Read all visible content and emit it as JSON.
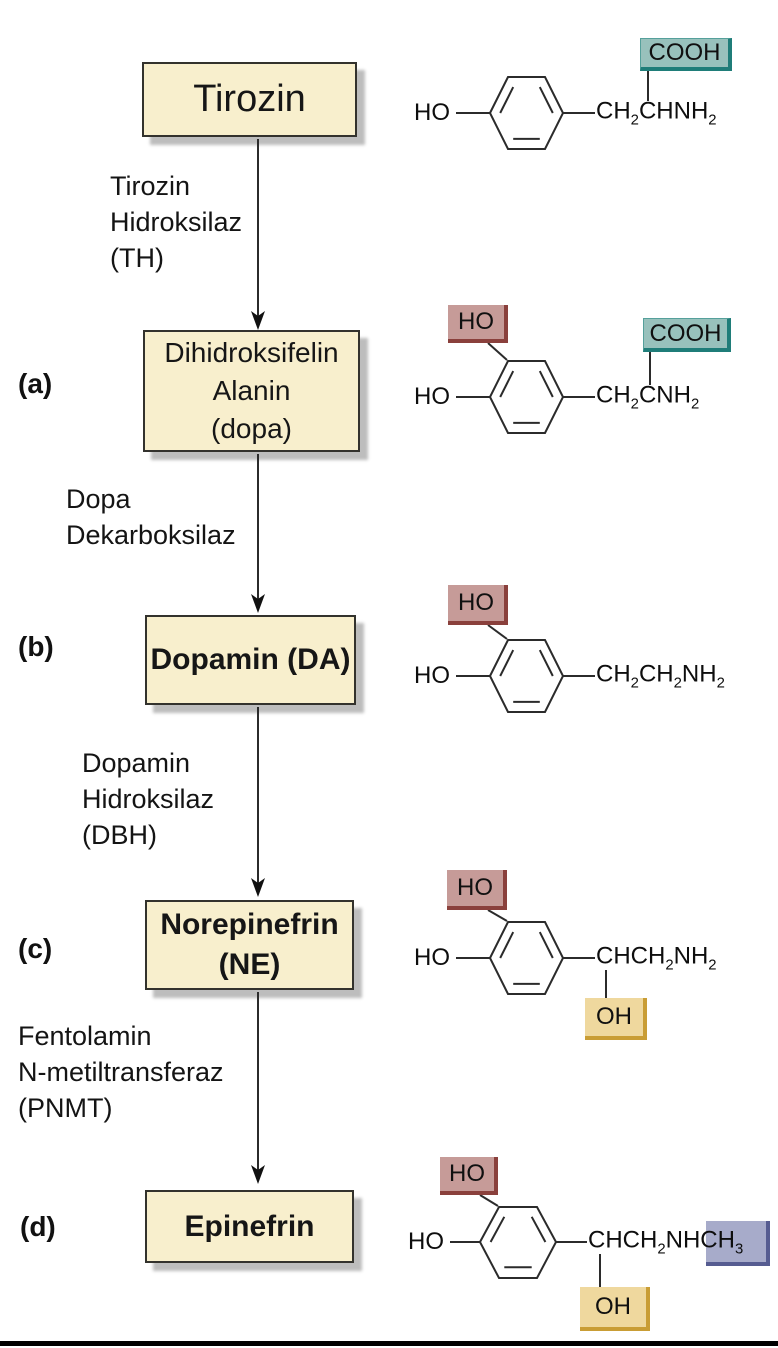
{
  "panels": {
    "a": "(a)",
    "b": "(b)",
    "c": "(c)",
    "d": "(d)"
  },
  "boxes": {
    "tyrosine": "Tirozin",
    "dopa": [
      "Dihidroksifelin",
      "Alanin",
      "(dopa)"
    ],
    "dopamine": "Dopamin (DA)",
    "norepinephrine": [
      "Norepinefrin",
      "(NE)"
    ],
    "epinephrine": "Epinefrin"
  },
  "enzymes": {
    "th": [
      "Tirozin",
      "Hidroksilaz",
      "(TH)"
    ],
    "ddc": [
      "Dopa",
      "Dekarboksilaz"
    ],
    "dbh": [
      "Dopamin",
      "Hidroksilaz",
      "(DBH)"
    ],
    "pnmt": [
      "Fentolamin",
      "N-metiltransferaz",
      "(PNMT)"
    ]
  },
  "structures": {
    "tyrosine": {
      "ho_left": "HO",
      "cooh": "COOH",
      "chain": [
        {
          "t": "CH"
        },
        {
          "s": "2"
        },
        {
          "t": "CHNH"
        },
        {
          "s": "2"
        }
      ]
    },
    "dopa": {
      "ho_left": "HO",
      "ho_top": "HO",
      "cooh": "COOH",
      "chain": [
        {
          "t": "CH"
        },
        {
          "s": "2"
        },
        {
          "t": "CNH"
        },
        {
          "s": "2"
        }
      ]
    },
    "dopamine": {
      "ho_left": "HO",
      "ho_top": "HO",
      "chain": [
        {
          "t": "CH"
        },
        {
          "s": "2"
        },
        {
          "t": "CH"
        },
        {
          "s": "2"
        },
        {
          "t": "NH"
        },
        {
          "s": "2"
        }
      ]
    },
    "norepinephrine": {
      "ho_left": "HO",
      "ho_top": "HO",
      "oh_bottom": "OH",
      "chain": [
        {
          "t": "CHCH"
        },
        {
          "s": "2"
        },
        {
          "t": "NH"
        },
        {
          "s": "2"
        }
      ]
    },
    "epinephrine": {
      "ho_left": "HO",
      "ho_top": "HO",
      "oh_bottom": "OH",
      "chain": [
        {
          "t": "CHCH"
        },
        {
          "s": "2"
        },
        {
          "t": "NHCH"
        },
        {
          "s": "3"
        }
      ]
    }
  },
  "colors": {
    "flow_box_fill": "#f8efcd",
    "cooh_highlight": "#98c1bc",
    "ho_highlight": "#c69b98",
    "oh_highlight": "#efd89e",
    "ch3_highlight": "#a7abca"
  }
}
